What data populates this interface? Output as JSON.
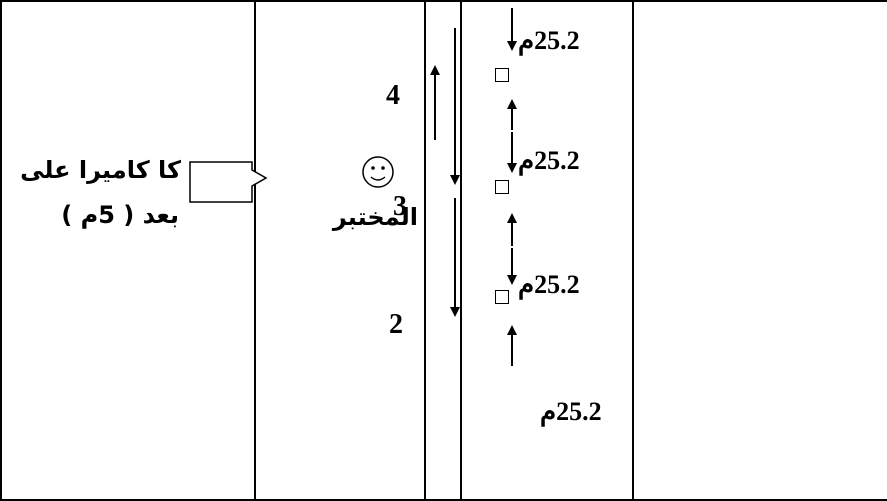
{
  "camera_label": {
    "line1": "كا كاميرا على",
    "line2": "بعد ( 5م )"
  },
  "tester_label": "المختبر",
  "lane_numbers": [
    "4",
    "3",
    "2"
  ],
  "cone_distances": [
    "25.2م",
    "25.2م",
    "25.2م",
    "25.2م"
  ],
  "icons": {
    "camera": "camera-pentagon-icon",
    "tester": "smiley-face-icon",
    "cone": "cone-square-icon",
    "arrow": "arrow-icon"
  },
  "colors": {
    "line": "#000000",
    "background": "#ffffff"
  }
}
